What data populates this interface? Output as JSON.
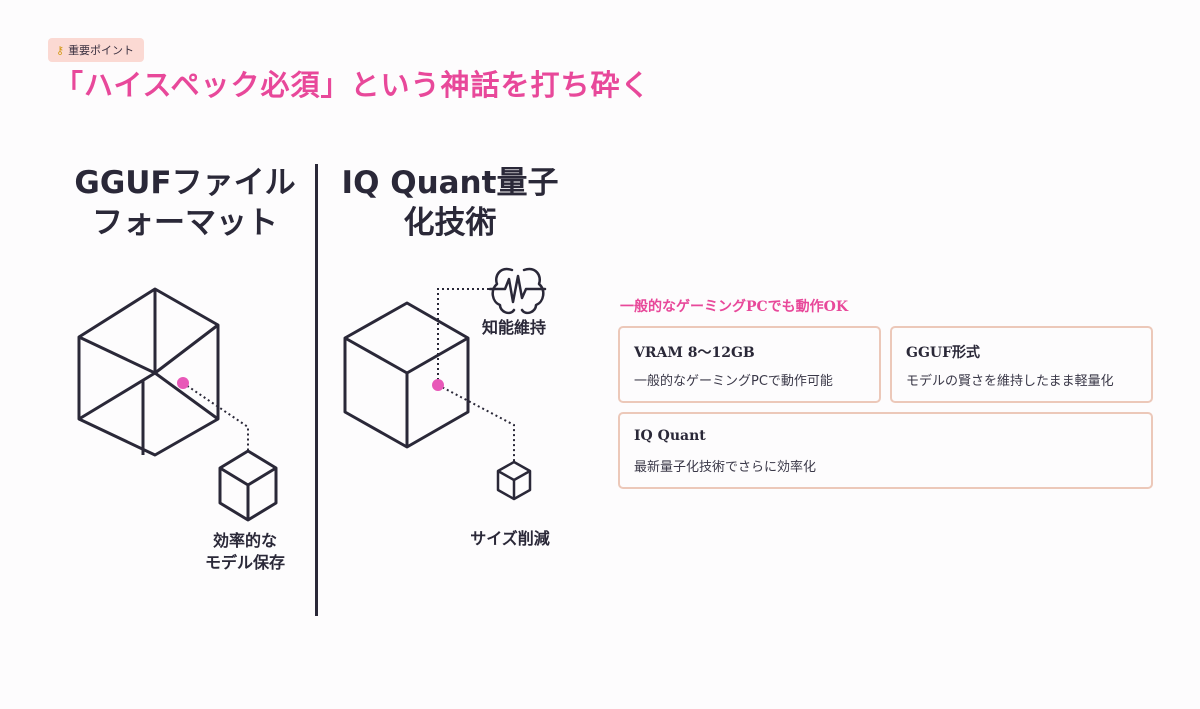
{
  "badge": {
    "icon": "key-icon",
    "label": "重要ポイント"
  },
  "headline": "「ハイスペック必須」という神話を打ち砕く",
  "left_column": {
    "title_line1": "GGUFファイル",
    "title_line2": "フォーマット",
    "caption_line1": "効率的な",
    "caption_line2": "モデル保存"
  },
  "right_column": {
    "title_line1": "IQ Quant量子",
    "title_line2": "化技術",
    "caption_top": "知能維持",
    "caption_bottom": "サイズ削減",
    "brain_icon": "brain-waveform-icon"
  },
  "summary": {
    "heading": "一般的なゲーミングPCでも動作OK",
    "cards": [
      {
        "title": "VRAM 8〜12GB",
        "desc": "一般的なゲーミングPCで動作可能"
      },
      {
        "title": "GGUF形式",
        "desc": "モデルの賢さを維持したまま軽量化"
      },
      {
        "title": "IQ Quant",
        "desc": "最新量子化技術でさらに効率化"
      }
    ]
  },
  "colors": {
    "accent": "#e8489a",
    "ink": "#2a2838",
    "card_border": "#ecc8b9",
    "badge_bg": "#fbd9d3"
  }
}
